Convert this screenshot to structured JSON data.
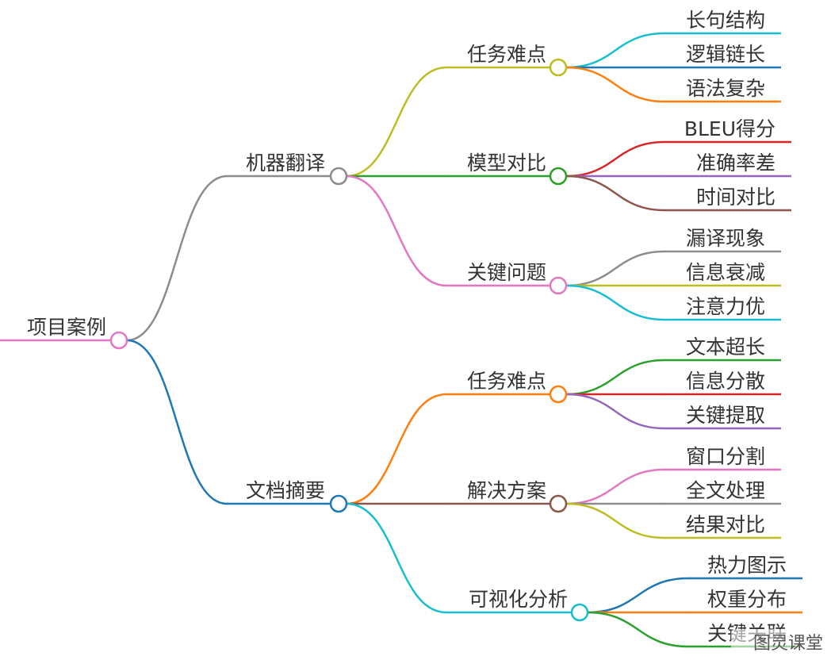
{
  "root": {
    "label": "项目案例",
    "color": "#e377c2"
  },
  "branches": [
    {
      "label": "机器翻译",
      "color": "#8c8c8c",
      "children": [
        {
          "label": "任务难点",
          "color": "#bcbd22",
          "leaves": [
            {
              "label": "长句结构",
              "color": "#17becf"
            },
            {
              "label": "逻辑链长",
              "color": "#1f77b4"
            },
            {
              "label": "语法复杂",
              "color": "#ff7f0e"
            }
          ]
        },
        {
          "label": "模型对比",
          "color": "#2ca02c",
          "leaves": [
            {
              "label": "BLEU得分",
              "color": "#d62728"
            },
            {
              "label": "准确率差",
              "color": "#9467bd"
            },
            {
              "label": "时间对比",
              "color": "#8c564b"
            }
          ]
        },
        {
          "label": "关键问题",
          "color": "#e377c2",
          "leaves": [
            {
              "label": "漏译现象",
              "color": "#8c8c8c"
            },
            {
              "label": "信息衰减",
              "color": "#bcbd22"
            },
            {
              "label": "注意力优",
              "color": "#17becf"
            }
          ]
        }
      ]
    },
    {
      "label": "文档摘要",
      "color": "#1f77b4",
      "children": [
        {
          "label": "任务难点",
          "color": "#ff7f0e",
          "leaves": [
            {
              "label": "文本超长",
              "color": "#2ca02c"
            },
            {
              "label": "信息分散",
              "color": "#d62728"
            },
            {
              "label": "关键提取",
              "color": "#9467bd"
            }
          ]
        },
        {
          "label": "解决方案",
          "color": "#8c564b",
          "leaves": [
            {
              "label": "窗口分割",
              "color": "#e377c2"
            },
            {
              "label": "全文处理",
              "color": "#8c8c8c"
            },
            {
              "label": "结果对比",
              "color": "#bcbd22"
            }
          ]
        },
        {
          "label": "可视化分析",
          "color": "#17becf",
          "leaves": [
            {
              "label": "热力图示",
              "color": "#1f77b4"
            },
            {
              "label": "权重分布",
              "color": "#ff7f0e"
            },
            {
              "label": "关键关联",
              "color": "#2ca02c"
            }
          ]
        }
      ]
    }
  ],
  "watermark": "图灵课堂"
}
